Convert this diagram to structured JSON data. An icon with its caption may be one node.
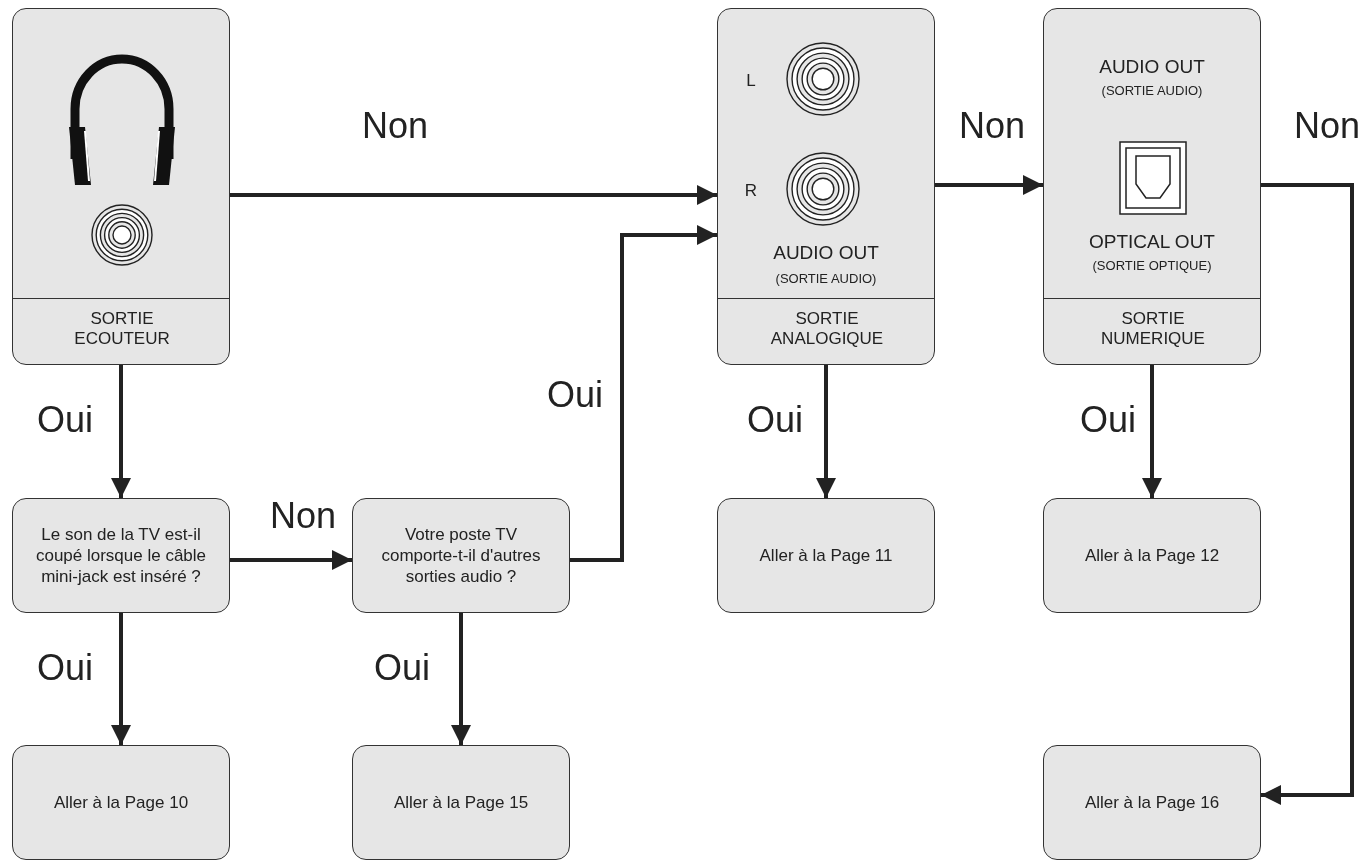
{
  "diagram": {
    "nodes": [
      {
        "text": [
          "SORTIE ECOUTEUR"
        ]
      },
      {
        "text": [
          "L",
          "R",
          "AUDIO OUT",
          "(SORTIE AUDIO)",
          "SORTIE ANALOGIQUE"
        ]
      },
      {
        "text": [
          "AUDIO OUT",
          "(SORTIE AUDIO)",
          "OPTICAL OUT",
          "(SORTIE OPTIQUE)",
          "SORTIE NUMERIQUE"
        ]
      },
      {
        "text": [
          "Le son de la TV est-il coupé lorsque le câble mini-jack est inséré ?"
        ]
      },
      {
        "text": [
          "Votre poste TV comporte-t-il d'autres sorties audio ?"
        ]
      },
      {
        "text": [
          "Aller à la Page 11"
        ]
      },
      {
        "text": [
          "Aller à la Page 12"
        ]
      },
      {
        "text": [
          "Aller à la Page 10"
        ]
      },
      {
        "text": [
          "Aller à la Page 15"
        ]
      },
      {
        "text": [
          "Aller à la Page 16"
        ]
      }
    ],
    "edges": [
      {
        "from": 0,
        "to": 1,
        "arrow": "to",
        "label": "Non"
      },
      {
        "from": 0,
        "to": 3,
        "arrow": "to",
        "label": "Oui"
      },
      {
        "from": 3,
        "to": 4,
        "arrow": "to",
        "label": "Non"
      },
      {
        "from": 4,
        "to": 1,
        "arrow": "to",
        "label": "Oui"
      },
      {
        "from": 1,
        "to": 2,
        "arrow": "to",
        "label": "Non"
      },
      {
        "from": 1,
        "to": 5,
        "arrow": "to",
        "label": "Oui"
      },
      {
        "from": 2,
        "to": 6,
        "arrow": "to",
        "label": "Oui"
      },
      {
        "from": 2,
        "to": 9,
        "arrow": "to",
        "label": "Non"
      },
      {
        "from": 3,
        "to": 7,
        "arrow": "to",
        "label": "Oui"
      },
      {
        "from": 4,
        "to": 8,
        "arrow": "to",
        "label": "Oui"
      }
    ]
  }
}
